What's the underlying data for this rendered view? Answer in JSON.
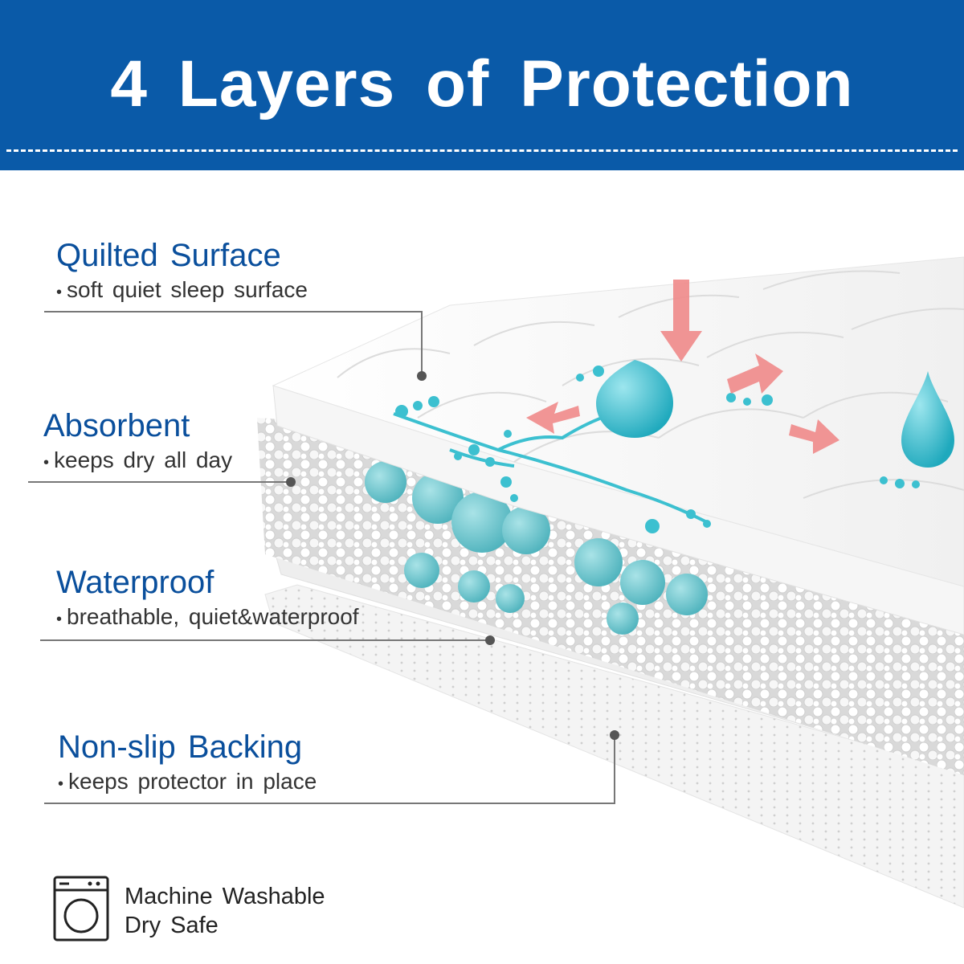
{
  "banner": {
    "title": "4 Layers of Protection",
    "color": "#0a5aa8"
  },
  "layers": [
    {
      "title": "Quilted Surface",
      "subtitle": "soft quiet sleep surface"
    },
    {
      "title": "Absorbent",
      "subtitle": "keeps dry all day"
    },
    {
      "title": "Waterproof",
      "subtitle": "breathable, quiet&waterproof"
    },
    {
      "title": "Non-slip Backing",
      "subtitle": "keeps protector in place"
    }
  ],
  "care": {
    "line1": "Machine Washable",
    "line2": "Dry Safe",
    "icon": "washing-machine-icon"
  },
  "colors": {
    "title_blue": "#0a4f9c",
    "water": "#3cc0d0",
    "arrow": "#f08080"
  }
}
